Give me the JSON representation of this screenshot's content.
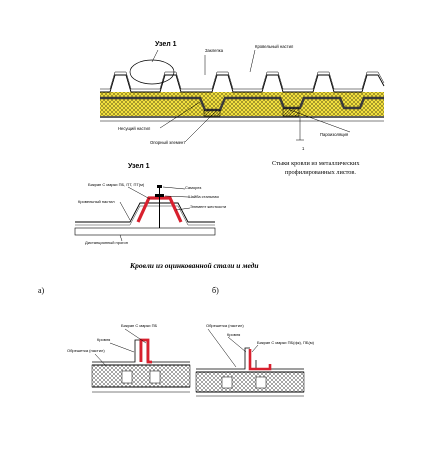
{
  "top": {
    "node_label": "Узел 1",
    "labels": {
      "zaklepka": "Заклепка",
      "krovelny": "Кровельный настил",
      "nesushchy": "Несущий настил",
      "opornyi": "Опорный элемент",
      "paroizolyaciya": "Пароизоляция",
      "marker1": "1"
    },
    "caption": [
      "Стыки кровли из металлических",
      "профилированных листов."
    ]
  },
  "node": {
    "title": "Узел 1",
    "labels": {
      "bikrap": "Бикрап С марки ПБ, ПТ, ПТ(м)",
      "samorez": "Саморез",
      "shayba": "Шайба стальная",
      "element": "Элемент жесткости",
      "krovelny": "Кровельный настил",
      "distancionny": "Дистанционный прогон"
    }
  },
  "section_caption": "Кровли из оцинкованной стали и меди",
  "letters": {
    "a": "а)",
    "b": "б)"
  },
  "bottom": {
    "left": {
      "bikrap": "Бикрап С марки ПБ",
      "krovlya": "Кровля",
      "obreshetka": "Обрешетка (настил)"
    },
    "right": {
      "obreshetka": "Обрешетка (настил)",
      "krovlya": "Кровля",
      "bikrap": "Бикрап С марки ПБ(фк), ПБ(м)"
    }
  },
  "colors": {
    "insulation": "#f2df3e",
    "bikrap": "#d8202e",
    "line": "#000000",
    "dark_rib": "#3a3a3a"
  }
}
